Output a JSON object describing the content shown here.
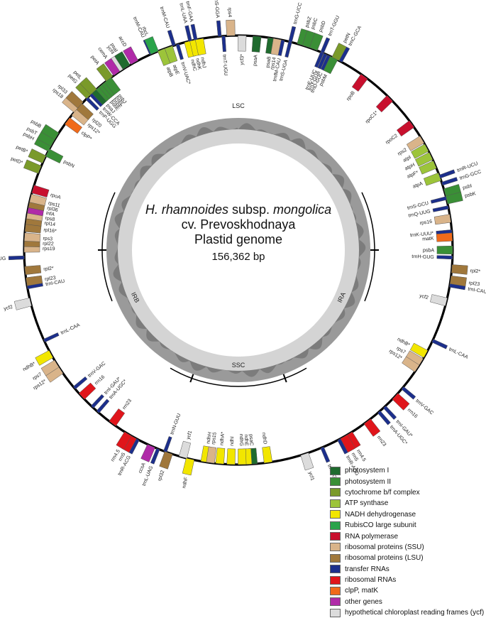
{
  "center": {
    "species_italic": "H. rhamnoides",
    "subsp_word": "subsp.",
    "subsp_italic": "mongolica",
    "cultivar": "cv. Prevoskhodnaya",
    "genome": "Plastid genome",
    "size": "156,362 bp"
  },
  "regions": [
    "LSC",
    "IRA",
    "SSC",
    "IRB"
  ],
  "legend": [
    {
      "label": "photosystem I",
      "color": "#1f6b2e"
    },
    {
      "label": "photosystem II",
      "color": "#3a8f36"
    },
    {
      "label": "cytochrome b/f complex",
      "color": "#7a9a2a"
    },
    {
      "label": "ATP synthase",
      "color": "#9cc43a"
    },
    {
      "label": "NADH dehydrogenase",
      "color": "#f2e600"
    },
    {
      "label": "RubisCO large subunit",
      "color": "#2aa34a"
    },
    {
      "label": "RNA polymerase",
      "color": "#c8102e"
    },
    {
      "label": "ribosomal proteins (SSU)",
      "color": "#d9b48a"
    },
    {
      "label": "ribosomal proteins (LSU)",
      "color": "#a0783c"
    },
    {
      "label": "transfer RNAs",
      "color": "#1c2f8c"
    },
    {
      "label": "ribosomal RNAs",
      "color": "#e0151b"
    },
    {
      "label": "clpP, matK",
      "color": "#f06a1a"
    },
    {
      "label": "other genes",
      "color": "#b02aa8"
    },
    {
      "label": "hypothetical chloroplast reading frames (ycf)",
      "color": "#dcdcdc"
    }
  ],
  "genes": [
    {
      "name": "trnM-CAU",
      "a": -24,
      "s": "out",
      "c": "#1c2f8c"
    },
    {
      "name": "trnL-UAA",
      "a": -13,
      "s": "out",
      "c": "#1c2f8c"
    },
    {
      "name": "trnF-GAA",
      "a": -11.5,
      "s": "out",
      "c": "#1c2f8c"
    },
    {
      "name": "trnS-GGA",
      "a": -5,
      "s": "out",
      "c": "#1c2f8c"
    },
    {
      "name": "rps4",
      "a": -2,
      "s": "out",
      "c": "#d9b48a"
    },
    {
      "name": "trnT-UGU",
      "a": -4,
      "s": "in",
      "c": "#1c2f8c"
    },
    {
      "name": "ycf3*",
      "a": 1,
      "s": "in",
      "c": "#dcdcdc"
    },
    {
      "name": "psaA",
      "a": 5,
      "s": "in",
      "c": "#1f6b2e"
    },
    {
      "name": "psaB",
      "a": 9,
      "s": "in",
      "c": "#1f6b2e"
    },
    {
      "name": "rps14",
      "a": 10.5,
      "s": "in",
      "c": "#d9b48a"
    },
    {
      "name": "trnfM-CAU",
      "a": 12,
      "s": "in",
      "c": "#1c2f8c"
    },
    {
      "name": "trnS-UGA",
      "a": 14,
      "s": "in",
      "c": "#1c2f8c"
    },
    {
      "name": "trnG-UCC",
      "a": 14,
      "s": "out",
      "c": "#1c2f8c"
    },
    {
      "name": "psbZ",
      "a": 17,
      "s": "out",
      "c": "#3a8f36"
    },
    {
      "name": "psbC",
      "a": 18.5,
      "s": "out",
      "c": "#3a8f36"
    },
    {
      "name": "psbD",
      "a": 20.5,
      "s": "out",
      "c": "#3a8f36"
    },
    {
      "name": "trnT-GGU",
      "a": 23,
      "s": "out",
      "c": "#1c2f8c"
    },
    {
      "name": "trnE-UUC",
      "a": 23,
      "s": "in",
      "c": "#1c2f8c"
    },
    {
      "name": "trnY-GUA",
      "a": 24,
      "s": "in",
      "c": "#1c2f8c"
    },
    {
      "name": "trnD-GUC",
      "a": 25,
      "s": "in",
      "c": "#1c2f8c"
    },
    {
      "name": "psbM",
      "a": 26.5,
      "s": "in",
      "c": "#3a8f36"
    },
    {
      "name": "petN",
      "a": 27,
      "s": "out",
      "c": "#7a9a2a"
    },
    {
      "name": "trnC-GCA",
      "a": 28.5,
      "s": "out",
      "c": "#1c2f8c"
    },
    {
      "name": "rpoB",
      "a": 36,
      "s": "in",
      "c": "#c8102e"
    },
    {
      "name": "rpoC1*",
      "a": 45,
      "s": "in",
      "c": "#c8102e"
    },
    {
      "name": "rpoC2",
      "a": 54,
      "s": "in",
      "c": "#c8102e"
    },
    {
      "name": "rps2",
      "a": 59,
      "s": "in",
      "c": "#d9b48a"
    },
    {
      "name": "atpI",
      "a": 61.5,
      "s": "in",
      "c": "#9cc43a"
    },
    {
      "name": "atpH",
      "a": 64,
      "s": "in",
      "c": "#9cc43a"
    },
    {
      "name": "atpF*",
      "a": 66.5,
      "s": "in",
      "c": "#9cc43a"
    },
    {
      "name": "atpA",
      "a": 70,
      "s": "in",
      "c": "#9cc43a"
    },
    {
      "name": "trnR-UCU",
      "a": 70,
      "s": "out",
      "c": "#1c2f8c"
    },
    {
      "name": "trnG-GCC",
      "a": 72,
      "s": "out",
      "c": "#1c2f8c"
    },
    {
      "name": "psbI",
      "a": 74.5,
      "s": "out",
      "c": "#3a8f36"
    },
    {
      "name": "psbK",
      "a": 76.5,
      "s": "out",
      "c": "#3a8f36"
    },
    {
      "name": "trnS-GCU",
      "a": 76,
      "s": "in",
      "c": "#1c2f8c"
    },
    {
      "name": "trnQ-UUG",
      "a": 78.5,
      "s": "in",
      "c": "#1c2f8c"
    },
    {
      "name": "rps16",
      "a": 81.5,
      "s": "in",
      "c": "#d9b48a"
    },
    {
      "name": "trnK-UUU*",
      "a": 85,
      "s": "in",
      "c": "#1c2f8c"
    },
    {
      "name": "matK",
      "a": 86.5,
      "s": "in",
      "c": "#f06a1a"
    },
    {
      "name": "psbA",
      "a": 90,
      "s": "in",
      "c": "#3a8f36"
    },
    {
      "name": "trnH-GUG",
      "a": 92,
      "s": "in",
      "c": "#1c2f8c"
    },
    {
      "name": "rpl2*",
      "a": 95,
      "s": "out",
      "c": "#a0783c"
    },
    {
      "name": "rpl23",
      "a": 98,
      "s": "out",
      "c": "#a0783c"
    },
    {
      "name": "trnI-CAU",
      "a": 99.5,
      "s": "out",
      "c": "#1c2f8c"
    },
    {
      "name": "ycf2",
      "a": 104,
      "s": "in",
      "c": "#dcdcdc"
    },
    {
      "name": "trnL-CAA",
      "a": 115,
      "s": "out",
      "c": "#1c2f8c"
    },
    {
      "name": "ndhB*",
      "a": 119,
      "s": "in",
      "c": "#f2e600"
    },
    {
      "name": "rps7",
      "a": 121.5,
      "s": "in",
      "c": "#d9b48a"
    },
    {
      "name": "rps12*",
      "a": 123.5,
      "s": "in",
      "c": "#d9b48a"
    },
    {
      "name": "trnV-GAC",
      "a": 130,
      "s": "out",
      "c": "#1c2f8c"
    },
    {
      "name": "rrn16",
      "a": 133,
      "s": "out",
      "c": "#e0151b"
    },
    {
      "name": "trnI-GAU*",
      "a": 137,
      "s": "out",
      "c": "#1c2f8c"
    },
    {
      "name": "trnA-UGC*",
      "a": 139,
      "s": "out",
      "c": "#1c2f8c"
    },
    {
      "name": "rrn23",
      "a": 143,
      "s": "out",
      "c": "#e0151b"
    },
    {
      "name": "rrn4.5",
      "a": 149,
      "s": "out",
      "c": "#e0151b"
    },
    {
      "name": "rrn5",
      "a": 150.5,
      "s": "out",
      "c": "#e0151b"
    },
    {
      "name": "trnR-ACG",
      "a": 152,
      "s": "out",
      "c": "#1c2f8c"
    },
    {
      "name": "trnN-GUU",
      "a": 157,
      "s": "out",
      "c": "#1c2f8c"
    },
    {
      "name": "ycf1",
      "a": 162,
      "s": "out",
      "c": "#dcdcdc"
    },
    {
      "name": "ndhF",
      "a": 193,
      "s": "out",
      "c": "#f2e600"
    },
    {
      "name": "rpl32",
      "a": 199,
      "s": "out",
      "c": "#a0783c"
    },
    {
      "name": "trnL-UAG",
      "a": 202,
      "s": "out",
      "c": "#1c2f8c"
    },
    {
      "name": "ccsA",
      "a": 204,
      "s": "out",
      "c": "#b02aa8"
    },
    {
      "name": "ndhD",
      "a": 172,
      "s": "in",
      "c": "#f2e600"
    },
    {
      "name": "psaC",
      "a": 176,
      "s": "in",
      "c": "#1f6b2e"
    },
    {
      "name": "ndhE",
      "a": 177.5,
      "s": "in",
      "c": "#f2e600"
    },
    {
      "name": "ndhG",
      "a": 179,
      "s": "in",
      "c": "#f2e600"
    },
    {
      "name": "ndhI",
      "a": 182,
      "s": "in",
      "c": "#f2e600"
    },
    {
      "name": "ndhA*",
      "a": 185,
      "s": "in",
      "c": "#f2e600"
    },
    {
      "name": "ndhH",
      "a": 189,
      "s": "in",
      "c": "#f2e600"
    },
    {
      "name": "rps15",
      "a": 187.5,
      "s": "in",
      "c": "#d9b48a"
    },
    {
      "name": "ycf1",
      "a": 195,
      "s": "in",
      "c": "#dcdcdc"
    },
    {
      "name": "trnN-GUU",
      "a": 200,
      "s": "in",
      "c": "#1c2f8c"
    },
    {
      "name": "trnR-ACG",
      "a": 208,
      "s": "out",
      "c": "#1c2f8c"
    },
    {
      "name": "rrn5",
      "a": 209.5,
      "s": "out",
      "c": "#e0151b"
    },
    {
      "name": "rrn4.5",
      "a": 211,
      "s": "out",
      "c": "#e0151b"
    },
    {
      "name": "rrn23",
      "a": 216,
      "s": "in",
      "c": "#e0151b"
    },
    {
      "name": "trnA-UGC*",
      "a": 221,
      "s": "in",
      "c": "#1c2f8c"
    },
    {
      "name": "trnI-GAU*",
      "a": 223,
      "s": "in",
      "c": "#1c2f8c"
    },
    {
      "name": "rrn16",
      "a": 227,
      "s": "in",
      "c": "#e0151b"
    },
    {
      "name": "trnV-GAC",
      "a": 230,
      "s": "in",
      "c": "#1c2f8c"
    },
    {
      "name": "rps12*",
      "a": 236,
      "s": "out",
      "c": "#d9b48a"
    },
    {
      "name": "rps7",
      "a": 238,
      "s": "out",
      "c": "#d9b48a"
    },
    {
      "name": "ndhB*",
      "a": 241,
      "s": "out",
      "c": "#f2e600"
    },
    {
      "name": "trnL-CAA",
      "a": 245,
      "s": "in",
      "c": "#1c2f8c"
    },
    {
      "name": "ycf2",
      "a": 256,
      "s": "out",
      "c": "#dcdcdc"
    },
    {
      "name": "trnI-CAU",
      "a": 260,
      "s": "in",
      "c": "#1c2f8c"
    },
    {
      "name": "rpl23",
      "a": 261.5,
      "s": "in",
      "c": "#a0783c"
    },
    {
      "name": "rpl2*",
      "a": 264.5,
      "s": "in",
      "c": "#a0783c"
    },
    {
      "name": "trnH-GUG",
      "a": 268,
      "s": "out",
      "c": "#1c2f8c"
    },
    {
      "name": "rps19",
      "a": 270.5,
      "s": "in",
      "c": "#d9b48a"
    },
    {
      "name": "rpl22",
      "a": 272,
      "s": "in",
      "c": "#a0783c"
    },
    {
      "name": "rps3",
      "a": 273.5,
      "s": "in",
      "c": "#d9b48a"
    },
    {
      "name": "rpl16*",
      "a": 276,
      "s": "in",
      "c": "#a0783c"
    },
    {
      "name": "rpl14",
      "a": 278,
      "s": "in",
      "c": "#a0783c"
    },
    {
      "name": "rps8",
      "a": 279.5,
      "s": "in",
      "c": "#d9b48a"
    },
    {
      "name": "infA",
      "a": 281,
      "s": "in",
      "c": "#b02aa8"
    },
    {
      "name": "rpl36",
      "a": 282.5,
      "s": "in",
      "c": "#a0783c"
    },
    {
      "name": "rps11",
      "a": 284,
      "s": "in",
      "c": "#d9b48a"
    },
    {
      "name": "rpoA",
      "a": 286.5,
      "s": "in",
      "c": "#c8102e"
    },
    {
      "name": "petD*",
      "a": 292,
      "s": "out",
      "c": "#7a9a2a"
    },
    {
      "name": "petB*",
      "a": 295,
      "s": "out",
      "c": "#7a9a2a"
    },
    {
      "name": "psbH",
      "a": 298.5,
      "s": "out",
      "c": "#3a8f36"
    },
    {
      "name": "psbT",
      "a": 300,
      "s": "out",
      "c": "#3a8f36"
    },
    {
      "name": "psbN",
      "a": 297,
      "s": "in",
      "c": "#3a8f36"
    },
    {
      "name": "psbB",
      "a": 302,
      "s": "out",
      "c": "#3a8f36"
    },
    {
      "name": "clpP*",
      "a": 307,
      "s": "in",
      "c": "#f06a1a"
    },
    {
      "name": "rps12*",
      "a": 310,
      "s": "in",
      "c": "#d9b48a"
    },
    {
      "name": "rpl20",
      "a": 312,
      "s": "in",
      "c": "#a0783c"
    },
    {
      "name": "rps18",
      "a": 311,
      "s": "out",
      "c": "#d9b48a"
    },
    {
      "name": "rpl33",
      "a": 312.5,
      "s": "out",
      "c": "#a0783c"
    },
    {
      "name": "trnP-UGG",
      "a": 315,
      "s": "in",
      "c": "#1c2f8c"
    },
    {
      "name": "trnW-CCA",
      "a": 316.5,
      "s": "in",
      "c": "#1c2f8c"
    },
    {
      "name": "psaJ",
      "a": 318,
      "s": "in",
      "c": "#1f6b2e"
    },
    {
      "name": "petG",
      "a": 316,
      "s": "out",
      "c": "#7a9a2a"
    },
    {
      "name": "petL",
      "a": 317.5,
      "s": "out",
      "c": "#7a9a2a"
    },
    {
      "name": "psbE",
      "a": 319.5,
      "s": "in",
      "c": "#3a8f36"
    },
    {
      "name": "psbF",
      "a": 320.5,
      "s": "in",
      "c": "#3a8f36"
    },
    {
      "name": "psbL",
      "a": 321.5,
      "s": "in",
      "c": "#3a8f36"
    },
    {
      "name": "psbJ",
      "a": 322.5,
      "s": "in",
      "c": "#3a8f36"
    },
    {
      "name": "petA",
      "a": 323,
      "s": "out",
      "c": "#7a9a2a"
    },
    {
      "name": "cemA",
      "a": 325.5,
      "s": "out",
      "c": "#b02aa8"
    },
    {
      "name": "ycf4",
      "a": 327.5,
      "s": "out",
      "c": "#dcdcdc"
    },
    {
      "name": "psaI",
      "a": 328.5,
      "s": "out",
      "c": "#1f6b2e"
    },
    {
      "name": "accD",
      "a": 331,
      "s": "out",
      "c": "#b02aa8"
    },
    {
      "name": "rbcL",
      "a": 337,
      "s": "out",
      "c": "#2aa34a"
    },
    {
      "name": "atpB",
      "a": 339,
      "s": "in",
      "c": "#9cc43a"
    },
    {
      "name": "atpE",
      "a": 341,
      "s": "in",
      "c": "#9cc43a"
    },
    {
      "name": "trnV-UAC*",
      "a": 343.5,
      "s": "in",
      "c": "#1c2f8c"
    },
    {
      "name": "trnM-CAU",
      "a": 342.5,
      "s": "out",
      "c": "#1c2f8c"
    },
    {
      "name": "ndhC",
      "a": 346.5,
      "s": "in",
      "c": "#f2e600"
    },
    {
      "name": "ndhK",
      "a": 348,
      "s": "in",
      "c": "#f2e600"
    },
    {
      "name": "ndhJ",
      "a": 349.5,
      "s": "in",
      "c": "#f2e600"
    }
  ]
}
